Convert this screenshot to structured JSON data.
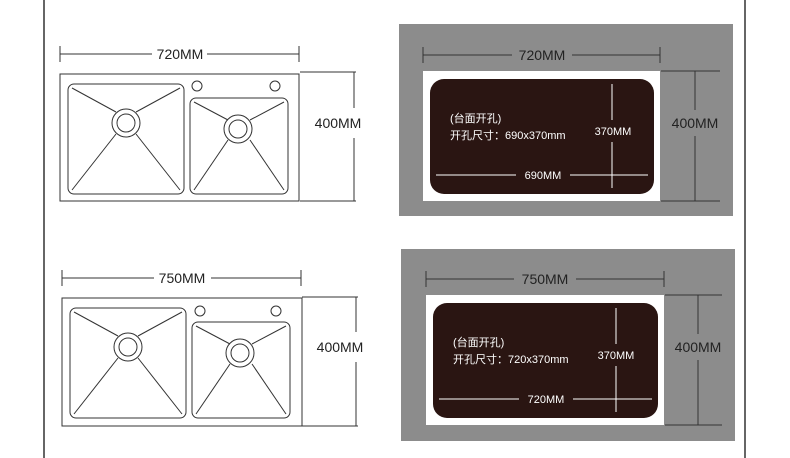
{
  "rows": [
    {
      "sink": {
        "width_label": "720MM",
        "height_label": "400MM"
      },
      "cutout": {
        "outer_width_label": "720MM",
        "outer_height_label": "400MM",
        "note_title": "(台面开孔)",
        "note_size": "开孔尺寸：690x370mm",
        "inner_height_label": "370MM",
        "inner_width_label": "690MM"
      }
    },
    {
      "sink": {
        "width_label": "750MM",
        "height_label": "400MM"
      },
      "cutout": {
        "outer_width_label": "750MM",
        "outer_height_label": "400MM",
        "note_title": "(台面开孔)",
        "note_size": "开孔尺寸：720x370mm",
        "inner_height_label": "370MM",
        "inner_width_label": "720MM"
      }
    }
  ],
  "colors": {
    "line": "#333333",
    "counter_grey": "#8c8c8c",
    "cutout_fill": "#2a1512",
    "text": "#222222",
    "white": "#ffffff"
  }
}
